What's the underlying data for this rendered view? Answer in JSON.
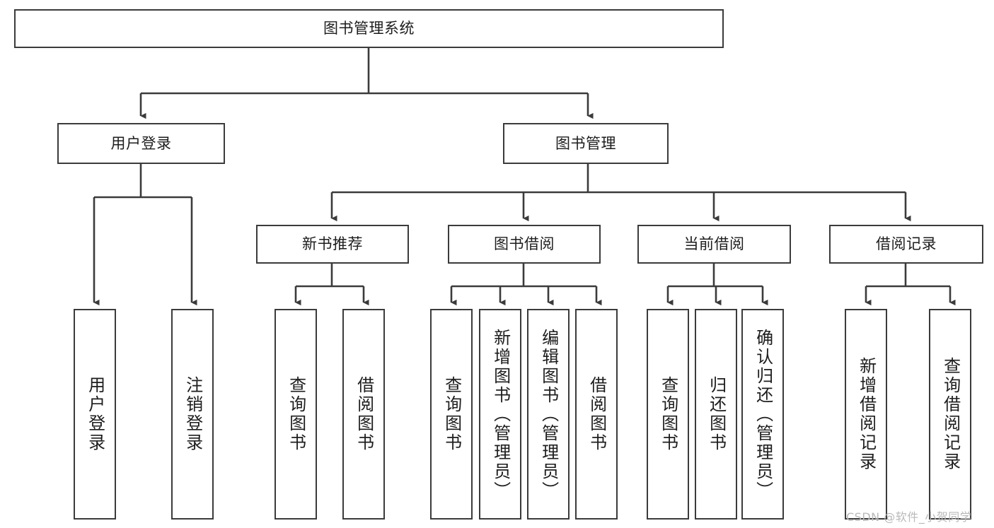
{
  "diagram": {
    "type": "tree-hierarchy",
    "title": "图书管理系统",
    "orientation": "top-down",
    "root": {
      "label": "图书管理系统",
      "id": "root"
    },
    "level2": [
      {
        "id": "user-login",
        "label": "用户登录"
      },
      {
        "id": "book-manage",
        "label": "图书管理"
      }
    ],
    "level3": [
      {
        "id": "new-book-recommend",
        "label": "新书推荐",
        "parent": "book-manage"
      },
      {
        "id": "book-borrow",
        "label": "图书借阅",
        "parent": "book-manage"
      },
      {
        "id": "current-borrow",
        "label": "当前借阅",
        "parent": "book-manage"
      },
      {
        "id": "borrow-record",
        "label": "借阅记录",
        "parent": "book-manage"
      }
    ],
    "leaves": [
      {
        "id": "leaf-user-login",
        "label": "用户登录",
        "parent": "user-login"
      },
      {
        "id": "leaf-user-logout",
        "label": "注销登录",
        "parent": "user-login"
      },
      {
        "id": "leaf-query-book-1",
        "label": "查询图书",
        "parent": "new-book-recommend"
      },
      {
        "id": "leaf-borrow-book-1",
        "label": "借阅图书",
        "parent": "new-book-recommend"
      },
      {
        "id": "leaf-query-book-2",
        "label": "查询图书",
        "parent": "book-borrow"
      },
      {
        "id": "leaf-add-book",
        "label": "新增图书（管理员）",
        "parent": "book-borrow"
      },
      {
        "id": "leaf-edit-book",
        "label": "编辑图书（管理员）",
        "parent": "book-borrow"
      },
      {
        "id": "leaf-borrow-book-2",
        "label": "借阅图书",
        "parent": "book-borrow"
      },
      {
        "id": "leaf-query-book-3",
        "label": "查询图书",
        "parent": "current-borrow"
      },
      {
        "id": "leaf-return-book",
        "label": "归还图书",
        "parent": "current-borrow"
      },
      {
        "id": "leaf-confirm-return",
        "label": "确认归还（管理员）",
        "parent": "current-borrow"
      },
      {
        "id": "leaf-add-record",
        "label": "新增借阅记录",
        "parent": "borrow-record"
      },
      {
        "id": "leaf-query-record",
        "label": "查询借阅记录",
        "parent": "borrow-record"
      }
    ],
    "colors": {
      "stroke": "#3b3b3b",
      "fill": "#ffffff",
      "text": "#1d1d1d",
      "watermark": "#b9b9b9"
    }
  },
  "watermark": {
    "text": "CSDN @软件_小贺同学"
  }
}
